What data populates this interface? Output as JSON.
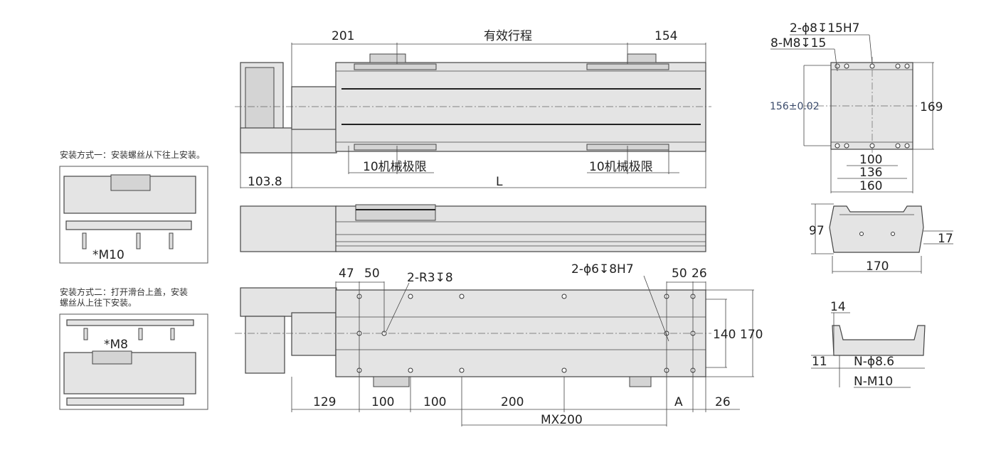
{
  "top_view": {
    "d_201": "201",
    "stroke_label": "有效行程",
    "d_154": "154",
    "limit_left": "10机械极限",
    "limit_right": "10机械极限",
    "d_103_8": "103.8",
    "d_L": "L"
  },
  "bottom_view": {
    "d_47": "47",
    "d_50a": "50",
    "r3": "2-R3↧8",
    "phi6": "2-ϕ6↧8H7",
    "d_50b": "50",
    "d_26a": "26",
    "d_140": "140",
    "d_170": "170",
    "d_129": "129",
    "d_100a": "100",
    "d_100b": "100",
    "d_200": "200",
    "d_A": "A",
    "d_26b": "26",
    "mx200": "MX200"
  },
  "end_view": {
    "phi8": "2-ϕ8↧15H7",
    "m8": "8-M8↧15",
    "d_156": "156±0.02",
    "d_169": "169",
    "d_100": "100",
    "d_136": "136",
    "d_160": "160"
  },
  "side_section": {
    "d_97": "97",
    "d_17": "17",
    "d_170": "170"
  },
  "foot_detail": {
    "d_14": "14",
    "d_11": "11",
    "n_phi": "N-ϕ8.6",
    "n_m10": "N-M10"
  },
  "install": {
    "method1": "安装方式一：安装螺丝从下往上安装。",
    "method1_screw": "*M10",
    "method2_line1": "安装方式二：打开滑台上盖，安装",
    "method2_line2": "螺丝从上往下安装。",
    "method2_screw": "*M8"
  }
}
